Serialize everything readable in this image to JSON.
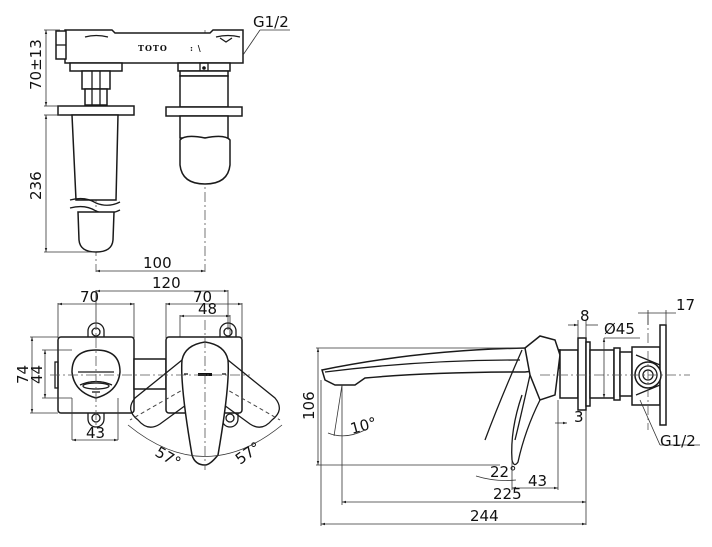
{
  "drawing": {
    "brand_mark": "TOTO",
    "front_view": {
      "dim_height_upper": "70±13",
      "dim_height_lower": "236",
      "dim_center_spacing": "100",
      "thread_label": "G1/2"
    },
    "top_view": {
      "dim_overall_spacing": "120",
      "dim_left_plate_width": "70",
      "dim_right_plate_width": "70",
      "dim_lever_width": "48",
      "dim_plate_height": "74",
      "dim_spout_height": "44",
      "dim_spout_width": "43",
      "angle_left": "57°",
      "angle_right": "57°"
    },
    "side_view": {
      "dim_height": "106",
      "angle_spout": "10°",
      "angle_lever": "22°",
      "dim_flange": "8",
      "dim_diameter": "Ø45",
      "dim_valve_depth": "17",
      "dim_gap": "3",
      "dim_lever_offset": "43",
      "dim_spout_reach": "225",
      "dim_overall_length": "244",
      "thread_label": "G1/2"
    }
  }
}
